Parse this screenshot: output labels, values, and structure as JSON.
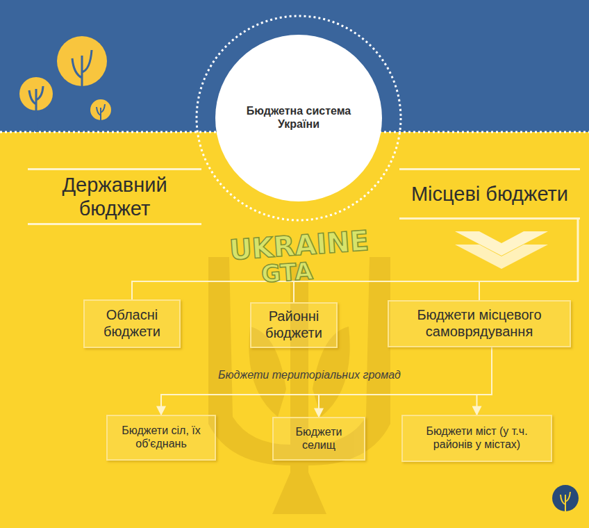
{
  "diagram": {
    "nodes": [
      {
        "text": [
          "Бюджетна система України"
        ]
      },
      {
        "text": [
          "Державний бюджет"
        ]
      },
      {
        "text": [
          "Місцеві бюджети"
        ]
      },
      {
        "text": [
          "Обласні бюджети"
        ]
      },
      {
        "text": [
          "Районні бюджети"
        ]
      },
      {
        "text": [
          "Бюджети місцевого самоврядування"
        ]
      },
      {
        "text": [
          "Бюджети сіл, їх об'єднань"
        ]
      },
      {
        "text": [
          "Бюджети селищ"
        ]
      },
      {
        "text": [
          "Бюджети міст (у т.ч. районів у містах)"
        ]
      }
    ],
    "edges": [
      {
        "from": 2,
        "to": 3,
        "arrow": "none"
      },
      {
        "from": 2,
        "to": 4,
        "arrow": "none"
      },
      {
        "from": 2,
        "to": 5,
        "arrow": "none"
      },
      {
        "from": 5,
        "to": 6,
        "arrow": "to"
      },
      {
        "from": 5,
        "to": 7,
        "arrow": "to"
      },
      {
        "from": 5,
        "to": 8,
        "arrow": "to"
      }
    ],
    "labels": [
      "Бюджети територіальних громад",
      "UKRAINE",
      "GTA"
    ]
  }
}
